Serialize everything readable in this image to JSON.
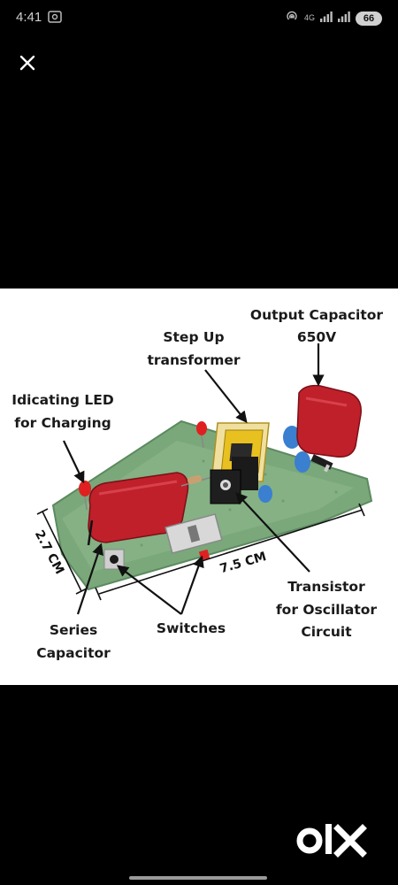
{
  "status_bar": {
    "time": "4:41",
    "network": "4G",
    "battery": "66"
  },
  "viewer": {
    "close_icon": "close-icon"
  },
  "image": {
    "labels": {
      "output_capacitor_line1": "Output Capacitor",
      "output_capacitor_line2": "650V",
      "step_up_line1": "Step Up",
      "step_up_line2": "transformer",
      "led_line1": "Idicating LED",
      "led_line2": "for Charging",
      "dimension_width": "2.7 CM",
      "dimension_length": "7.5 CM",
      "transistor_line1": "Transistor",
      "transistor_line2": "for Oscillator",
      "transistor_line3": "Circuit",
      "series_line1": "Series",
      "series_line2": "Capacitor",
      "switches": "Switches"
    }
  },
  "brand": {
    "logo_text": "olx"
  },
  "colors": {
    "background": "#000000",
    "image_background": "#ffffff",
    "capacitor_red": "#c0202a",
    "pcb_green": "#7aa87a",
    "transformer_yellow": "#e8c020"
  }
}
